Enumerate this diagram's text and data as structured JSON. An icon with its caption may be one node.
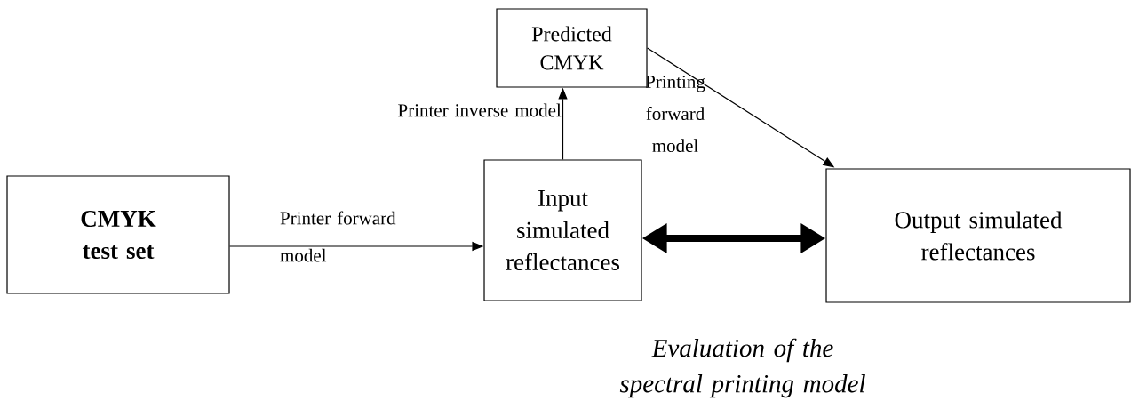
{
  "diagram": {
    "caption": "Evaluation of the spectral printing model",
    "nodes": [
      {
        "text": [
          "CMYK test set"
        ]
      },
      {
        "text": [
          "Input simulated reflectances"
        ]
      },
      {
        "text": [
          "Predicted CMYK"
        ]
      },
      {
        "text": [
          "Output simulated reflectances"
        ]
      }
    ],
    "edges": [
      {
        "from": 0,
        "to": 1,
        "arrow": "to",
        "label": "Printer forward model"
      },
      {
        "from": 1,
        "to": 2,
        "arrow": "to",
        "label": "Printer inverse model"
      },
      {
        "from": 2,
        "to": 3,
        "arrow": "to",
        "label": "Printing forward model"
      },
      {
        "from": 1,
        "to": 3,
        "arrow": "both",
        "style": "thick"
      }
    ]
  }
}
